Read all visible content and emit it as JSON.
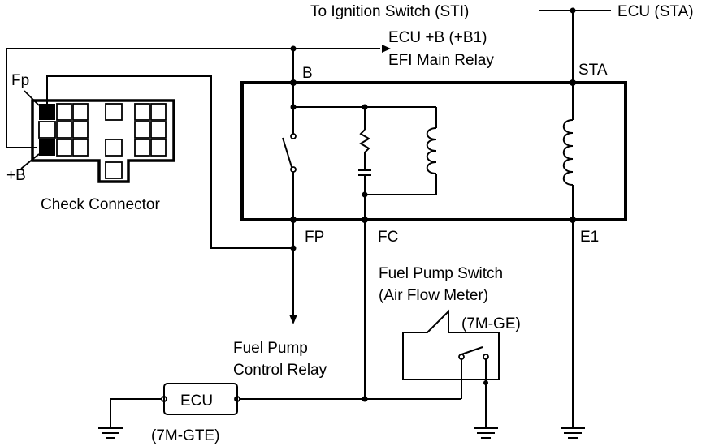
{
  "labels": {
    "ignition": "To Ignition Switch (STI)",
    "ecu_sta": "ECU (STA)",
    "ecu_b": "ECU +B (+B1)",
    "efi_relay": "EFI Main Relay",
    "terminal_b": "B",
    "terminal_sta": "STA",
    "fp_pin": "Fp",
    "b_pin": "+B",
    "check_connector": "Check Connector",
    "terminal_fp": "FP",
    "terminal_fc": "FC",
    "terminal_e1": "E1",
    "fp_switch_1": "Fuel Pump Switch",
    "fp_switch_2": "(Air Flow Meter)",
    "engine_7mge": "(7M-GE)",
    "fp_relay_1": "Fuel Pump",
    "fp_relay_2": "Control Relay",
    "ecu": "ECU",
    "engine_7mgte": "(7M-GTE)"
  }
}
